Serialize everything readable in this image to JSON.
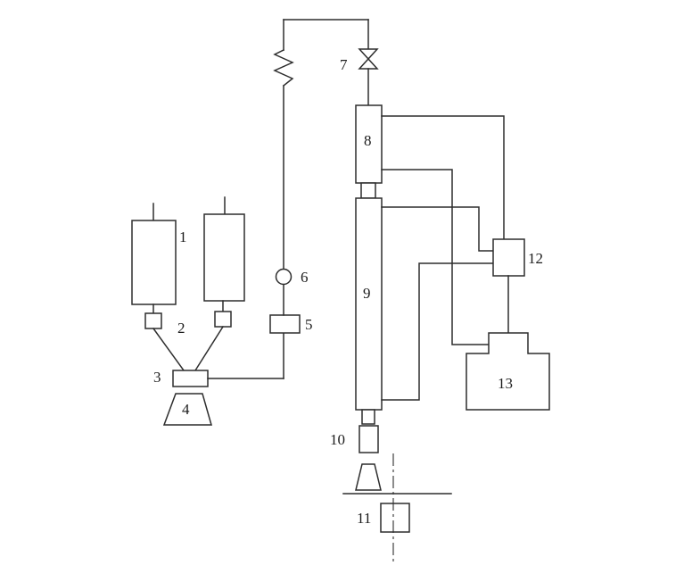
{
  "colors": {
    "background": "#ffffff",
    "line": "#2d2d2d",
    "text": "#1c1c1c"
  },
  "labels": {
    "item1": "1",
    "item2": "2",
    "item3": "3",
    "item4": "4",
    "item5": "5",
    "item6": "6",
    "item7": "7",
    "item8": "8",
    "item9": "9",
    "item10": "10",
    "item11": "11",
    "item12": "12",
    "item13": "13"
  }
}
